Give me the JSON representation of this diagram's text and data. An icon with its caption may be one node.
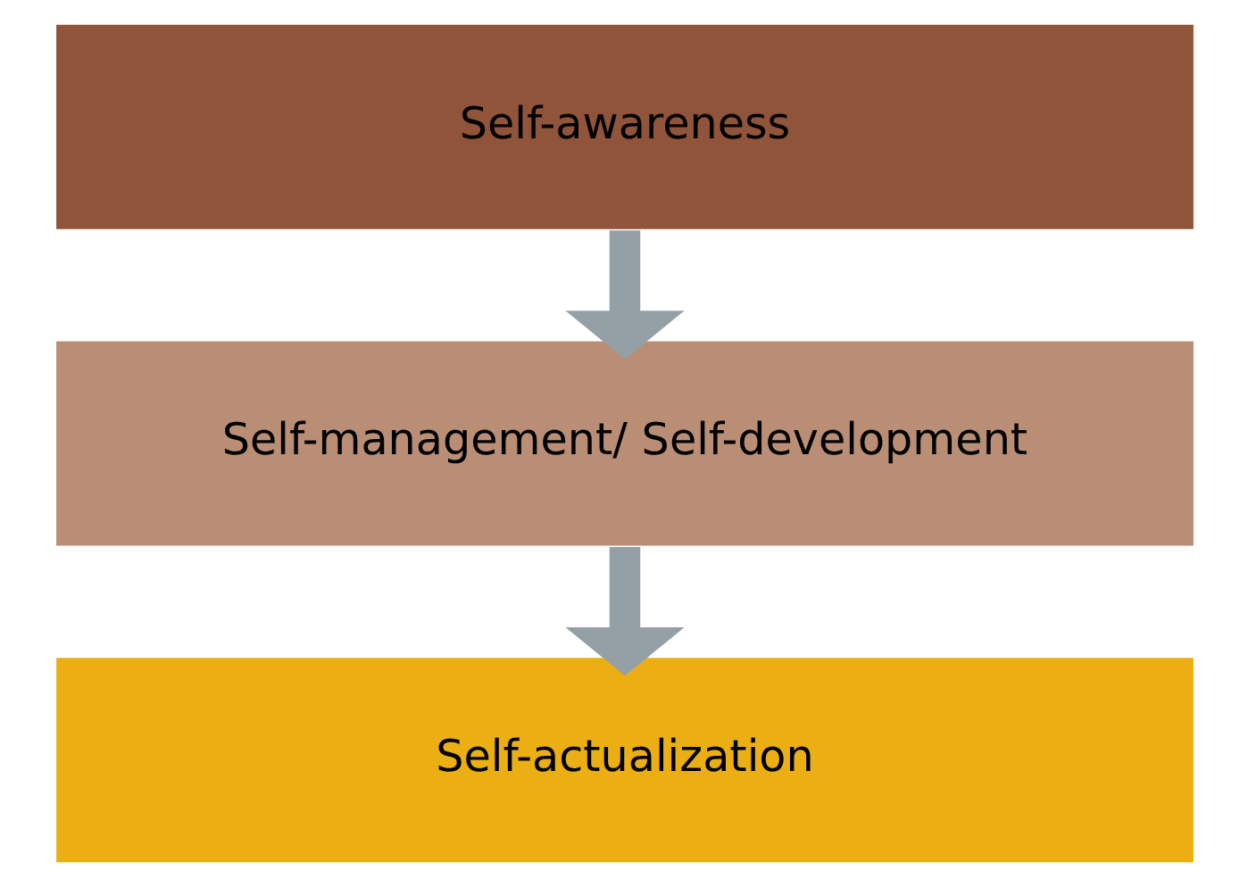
{
  "diagram": {
    "nodes": [
      {
        "text": [
          "Self-awareness"
        ]
      },
      {
        "text": [
          "Self-management/ Self-development"
        ]
      },
      {
        "text": [
          "Self-actualization"
        ]
      }
    ],
    "edges": [
      {
        "from": 0,
        "to": 1,
        "arrow": "to"
      },
      {
        "from": 1,
        "to": 2,
        "arrow": "to"
      }
    ]
  }
}
